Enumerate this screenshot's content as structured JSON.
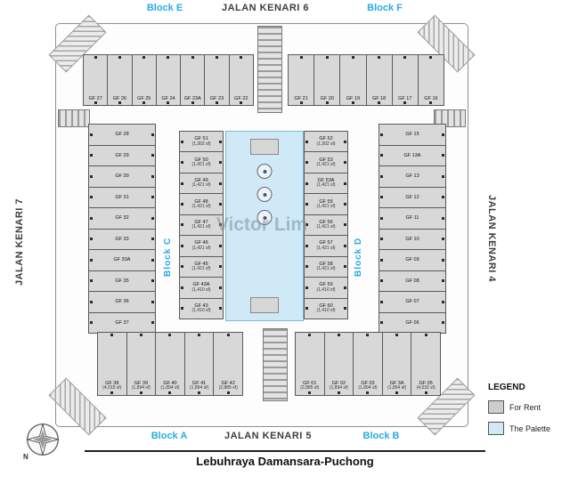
{
  "page": {
    "watermark": "Victor Lim",
    "highway": "Lebuhraya Damansara-Puchong"
  },
  "roads": {
    "top": "JALAN KENARI 6",
    "bottom": "JALAN KENARI 5",
    "left": "JALAN KENARI 7",
    "right": "JALAN KENARI 4"
  },
  "blocks": {
    "a": "Block A",
    "b": "Block B",
    "c": "Block C",
    "d": "Block D",
    "e": "Block E",
    "f": "Block F"
  },
  "compass": {
    "label": "N"
  },
  "legend": {
    "title": "LEGEND",
    "items": [
      {
        "label": "For Rent",
        "color": "#cdcdcd"
      },
      {
        "label": "The Palette",
        "color": "#cfe9f7"
      }
    ]
  },
  "colors": {
    "block_label": "#29abe2",
    "for_rent": "#cdcdcd",
    "palette": "#cfe9f7"
  },
  "units": {
    "block_e": [
      "GF 27",
      "GF 26",
      "GF 25",
      "GF 24",
      "GF 23A",
      "GF 23",
      "GF 22"
    ],
    "block_f": [
      "GF 21",
      "GF 20",
      "GF 19",
      "GF 18",
      "GF 17",
      "GF 16"
    ],
    "west": [
      "GF 28",
      "GF 29",
      "GF 30",
      "GF 31",
      "GF 32",
      "GF 33",
      "GF 33A",
      "GF 35",
      "GF 36",
      "GF 37"
    ],
    "east": [
      "GF 15",
      "GF 13A",
      "GF 13",
      "GF 12",
      "GF 11",
      "GF 10",
      "GF 09",
      "GF 08",
      "GF 07",
      "GF 06"
    ],
    "block_c": [
      {
        "name": "GF 51",
        "size": "(1,302 sf)"
      },
      {
        "name": "GF 50",
        "size": "(1,421 sf)"
      },
      {
        "name": "GF 49",
        "size": "(1,421 sf)"
      },
      {
        "name": "GF 48",
        "size": "(1,421 sf)"
      },
      {
        "name": "GF 47",
        "size": "(1,421 sf)"
      },
      {
        "name": "GF 46",
        "size": "(1,421 sf)"
      },
      {
        "name": "GF 45",
        "size": "(1,421 sf)"
      },
      {
        "name": "GF 43A",
        "size": "(1,410 sf)"
      },
      {
        "name": "GF 43",
        "size": "(1,410 sf)"
      }
    ],
    "block_d": [
      {
        "name": "GF 52",
        "size": "(1,302 sf)"
      },
      {
        "name": "GF 53",
        "size": "(1,421 sf)"
      },
      {
        "name": "GF 53A",
        "size": "(1,421 sf)"
      },
      {
        "name": "GF 55",
        "size": "(1,421 sf)"
      },
      {
        "name": "GF 56",
        "size": "(1,421 sf)"
      },
      {
        "name": "GF 57",
        "size": "(1,421 sf)"
      },
      {
        "name": "GF 58",
        "size": "(1,421 sf)"
      },
      {
        "name": "GF 59",
        "size": "(1,410 sf)"
      },
      {
        "name": "GF 60",
        "size": "(1,410 sf)"
      }
    ],
    "block_a": [
      {
        "name": "GF 38",
        "size": "(4,015 sf)"
      },
      {
        "name": "GF 39",
        "size": "(1,894 sf)"
      },
      {
        "name": "GF 40",
        "size": "(1,894 sf)"
      },
      {
        "name": "GF 41",
        "size": "(1,894 sf)"
      },
      {
        "name": "GF 42",
        "size": "(2,885 sf)"
      }
    ],
    "block_b": [
      {
        "name": "GF 01",
        "size": "(2,885 sf)"
      },
      {
        "name": "GF 02",
        "size": "(1,894 sf)"
      },
      {
        "name": "GF 03",
        "size": "(1,894 sf)"
      },
      {
        "name": "GF 3A",
        "size": "(1,894 sf)"
      },
      {
        "name": "GF 05",
        "size": "(4,532 sf)"
      }
    ]
  }
}
